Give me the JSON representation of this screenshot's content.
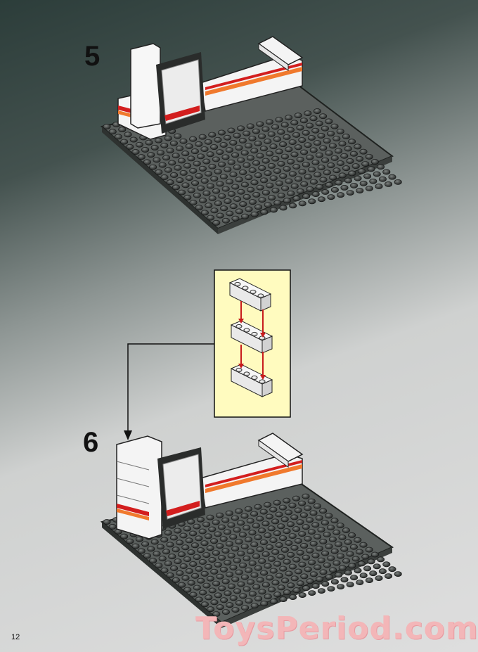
{
  "steps": [
    {
      "number": "5"
    },
    {
      "number": "6"
    }
  ],
  "page_number": "12",
  "watermark": "ToysPeriod.com",
  "colors": {
    "baseplate": "#5b605e",
    "brick_white": "#f4f4f4",
    "stripe_orange": "#f0792d",
    "stripe_red": "#d31e1e",
    "callout_bg": "#fffbbf",
    "arrow_red": "#c81c1c"
  },
  "icons": [
    "baseplate",
    "white-brick",
    "door-frame",
    "arrow-red",
    "callout-box"
  ]
}
